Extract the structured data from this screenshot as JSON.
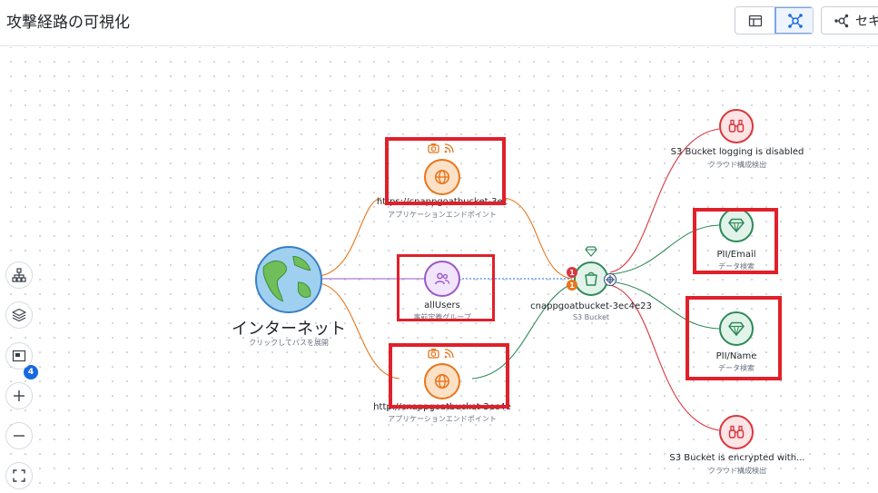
{
  "header": {
    "title": "攻撃経路の可視化",
    "security_button_label": "セキ"
  },
  "icons": {
    "table_view": "table-view-icon",
    "graph_view": "graph-view-icon",
    "security": "security-graph-icon"
  },
  "colors": {
    "endpoint": "#e8761b",
    "group": "#9a57c9",
    "bucket": "#2e8a57",
    "finding": "#d9363e",
    "accent": "#1769e0",
    "highlight_box": "#e0202a"
  },
  "nodes": {
    "internet": {
      "label": "インターネット",
      "sub": "クリックしてパスを展開"
    },
    "endpoint_top": {
      "label": "https://cnappgoatbucket-3ec",
      "sub": "アプリケーションエンドポイント"
    },
    "all_users": {
      "label": "allUsers",
      "sub": "事前定義グループ"
    },
    "endpoint_bottom": {
      "label": "http://cnappgoatbucket-3ec4e",
      "sub": "アプリケーションエンドポイント"
    },
    "bucket": {
      "label": "cnappgoatbucket-3ec4e23",
      "sub": "S3 Bucket",
      "badge_red": "1",
      "badge_orange": "1"
    },
    "finding_logging": {
      "label": "S3 Bucket logging is disabled",
      "sub": "クラウド構成検出"
    },
    "pii_email": {
      "label": "PII/Email",
      "sub": "データ検索"
    },
    "pii_name": {
      "label": "PII/Name",
      "sub": "データ検索"
    },
    "finding_encrypted": {
      "label": "S3 Bucket is encrypted with...",
      "sub": "クラウド構成検出"
    }
  },
  "controls": {
    "layers_count": "4"
  }
}
